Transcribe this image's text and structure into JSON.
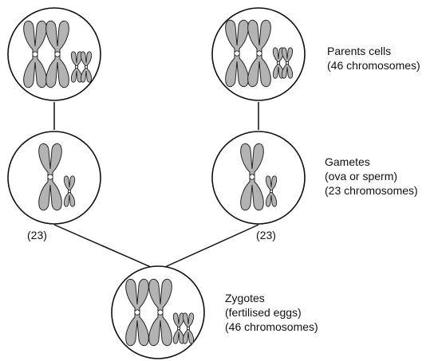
{
  "parents": {
    "label_line1": "Parents cells",
    "label_line2": "(46 chromosomes)"
  },
  "gametes": {
    "label_line1": "Gametes",
    "label_line2": "(ova or sperm)",
    "label_line3": "(23 chromosomes)",
    "left_count": "(23)",
    "right_count": "(23)"
  },
  "zygotes": {
    "label_line1": "Zygotes",
    "label_line2": "(fertilised eggs)",
    "label_line3": "(46 chromosomes)"
  },
  "colors": {
    "chromosome_fill": "#b3b3b3",
    "stroke": "#111111"
  }
}
